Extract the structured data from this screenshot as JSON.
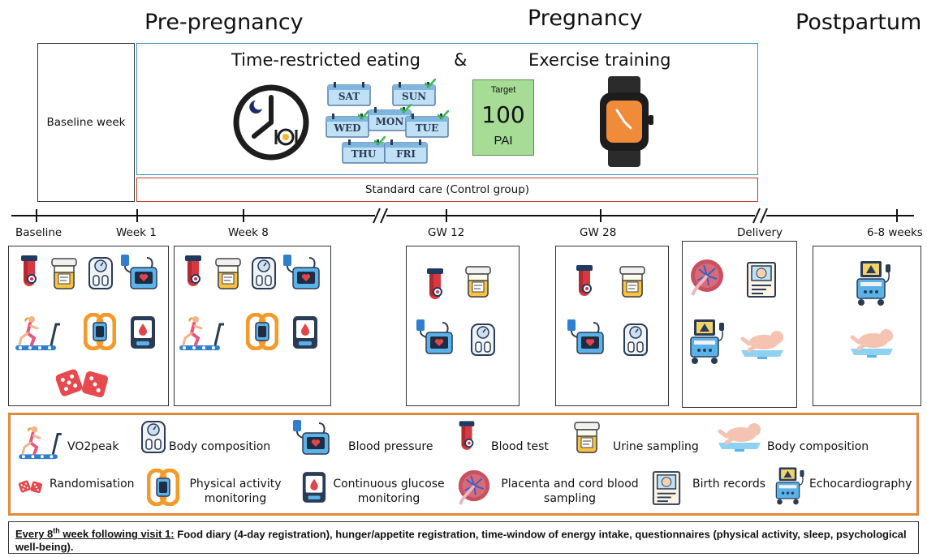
{
  "phases": {
    "pre": "Pre-pregnancy",
    "preg": "Pregnancy",
    "post": "Postpartum"
  },
  "baseline_box": "Baseline week",
  "intervention": {
    "tre": "Time-restricted eating",
    "amp": "&",
    "exercise": "Exercise training",
    "days": [
      "SAT",
      "SUN",
      "WED",
      "MON",
      "TUE",
      "THU",
      "FRI"
    ],
    "pai_target": "Target",
    "pai_value": "100",
    "pai_unit": "PAI"
  },
  "standard_care": "Standard care (Control group)",
  "timeline": [
    "Baseline",
    "Week 1",
    "Week 8",
    "GW 12",
    "GW 28",
    "Delivery",
    "6-8 weeks"
  ],
  "legend": {
    "vo2": "VO2peak",
    "body_comp": "Body composition",
    "bp": "Blood pressure",
    "blood": "Blood test",
    "urine": "Urine sampling",
    "infant_body": "Body composition",
    "random": "Randomisation",
    "pa_line1": "Physical activity",
    "pa_line2": "monitoring",
    "cgm_line1": "Continuous glucose",
    "cgm_line2": "monitoring",
    "placenta_line1": "Placenta and cord blood",
    "placenta_line2": "sampling",
    "birth": "Birth records",
    "echo": "Echocardiography"
  },
  "footer": {
    "lead_a": "Every 8",
    "lead_sup": "th",
    "lead_b": " week following visit 1:",
    "text": " Food diary (4-day registration), hunger/appetite registration, time-window of energy intake, questionnaires (physical activity, sleep, psychological well-being)."
  },
  "colors": {
    "blue_border": "#3a8fc9",
    "red_border": "#c0392b",
    "orange_border": "#e08a3c",
    "pai_fill": "#9fd98f"
  }
}
